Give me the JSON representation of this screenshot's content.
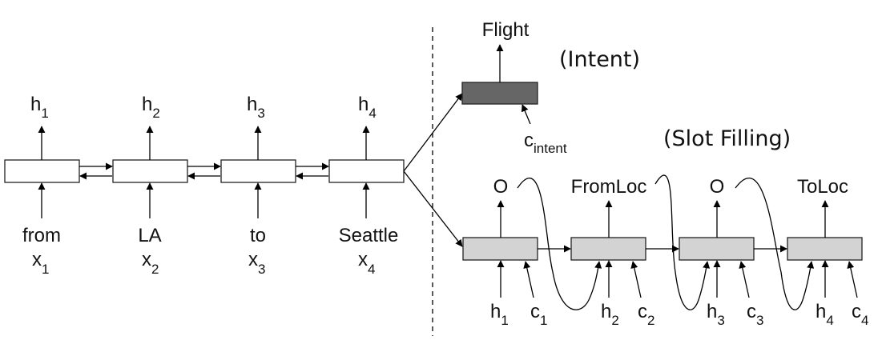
{
  "encoder": {
    "inputs": [
      {
        "word": "from",
        "x": "x",
        "x_sub": "1"
      },
      {
        "word": "LA",
        "x": "x",
        "x_sub": "2"
      },
      {
        "word": "to",
        "x": "x",
        "x_sub": "3"
      },
      {
        "word": "Seattle",
        "x": "x",
        "x_sub": "4"
      }
    ],
    "hidden": [
      {
        "h": "h",
        "sub": "1"
      },
      {
        "h": "h",
        "sub": "2"
      },
      {
        "h": "h",
        "sub": "3"
      },
      {
        "h": "h",
        "sub": "4"
      }
    ]
  },
  "intent": {
    "output_label": "Flight",
    "title": "(Intent)",
    "context": {
      "c": "c",
      "sub": "intent"
    },
    "box_color": "#666666"
  },
  "slot": {
    "title": "(Slot Filling)",
    "outputs": [
      "O",
      "FromLoc",
      "O",
      "ToLoc"
    ],
    "inputs": [
      {
        "h": "h",
        "h_sub": "1",
        "c": "c",
        "c_sub": "1"
      },
      {
        "h": "h",
        "h_sub": "2",
        "c": "c",
        "c_sub": "2"
      },
      {
        "h": "h",
        "h_sub": "3",
        "c": "c",
        "c_sub": "3"
      },
      {
        "h": "h",
        "h_sub": "4",
        "c": "c",
        "c_sub": "4"
      }
    ],
    "box_color": "#d3d3d3"
  }
}
